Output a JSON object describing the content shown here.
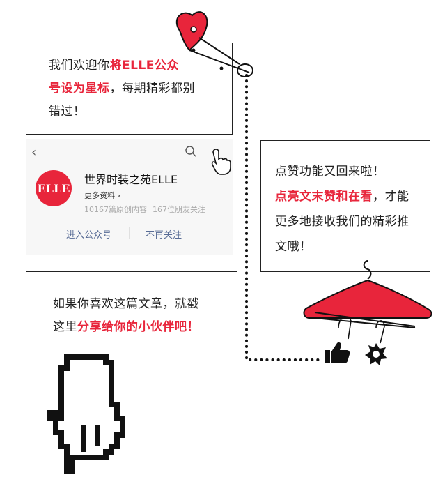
{
  "box1": {
    "line1_prefix": "我们欢迎你",
    "line1_red": "将ELLE公众",
    "line2_red": "号设为星标",
    "line2_suffix": "，每期精彩都别",
    "line3": "错过！"
  },
  "profile": {
    "back_icon": "‹",
    "logo_text": "ELLE",
    "name": "世界时装之苑ELLE",
    "more_info": "更多资料 ›",
    "articles": "10167篇原创内容",
    "followers": "167位朋友关注",
    "enter_button": "进入公众号",
    "unfollow_button": "不再关注"
  },
  "box2": {
    "line1": "点赞功能又回来啦！",
    "line2_red": "点亮文末赞和在看",
    "line2_suffix": "，才能",
    "line3": "更多地接收我们的精彩推",
    "line4": "文哦！"
  },
  "box3": {
    "line1": "如果你喜欢这篇文章，就戳",
    "line2_prefix": "这里",
    "line2_red": "分享给你的小伙伴吧！"
  },
  "colors": {
    "accent_red": "#e8253b",
    "link_blue": "#576b95"
  },
  "icons": [
    "safety-pin-icon",
    "hand-cursor-icon",
    "pixel-hand-pointer-icon",
    "coat-hanger-icon",
    "thumbs-up-icon",
    "star-tag-icon",
    "search-icon",
    "back-arrow-icon"
  ]
}
